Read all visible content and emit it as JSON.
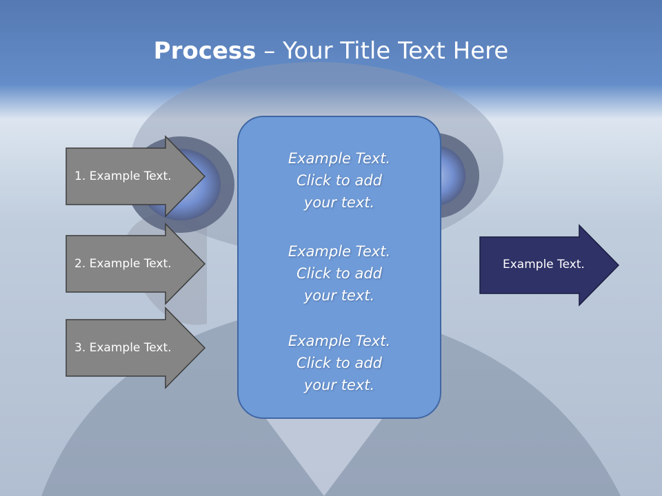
{
  "title": {
    "bold": "Process",
    "dash": " – ",
    "rest": "Your Title Text Here"
  },
  "inputs": [
    {
      "label": "1. Example Text."
    },
    {
      "label": "2. Example Text."
    },
    {
      "label": "3. Example Text."
    }
  ],
  "center_blocks": [
    {
      "line1": "Example Text.",
      "line2": "Click  to add",
      "line3": "your text."
    },
    {
      "line1": "Example Text.",
      "line2": "Click  to add",
      "line3": "your text."
    },
    {
      "line1": "Example Text.",
      "line2": "Click  to add",
      "line3": "your text."
    }
  ],
  "output": {
    "label": "Example Text."
  },
  "colors": {
    "title_bar": "#4a77bd",
    "input_arrow": "#858585",
    "center_box": "#6f9bd8",
    "output_arrow": "#2f3266"
  },
  "background_image": "person-looking-through-binoculars"
}
